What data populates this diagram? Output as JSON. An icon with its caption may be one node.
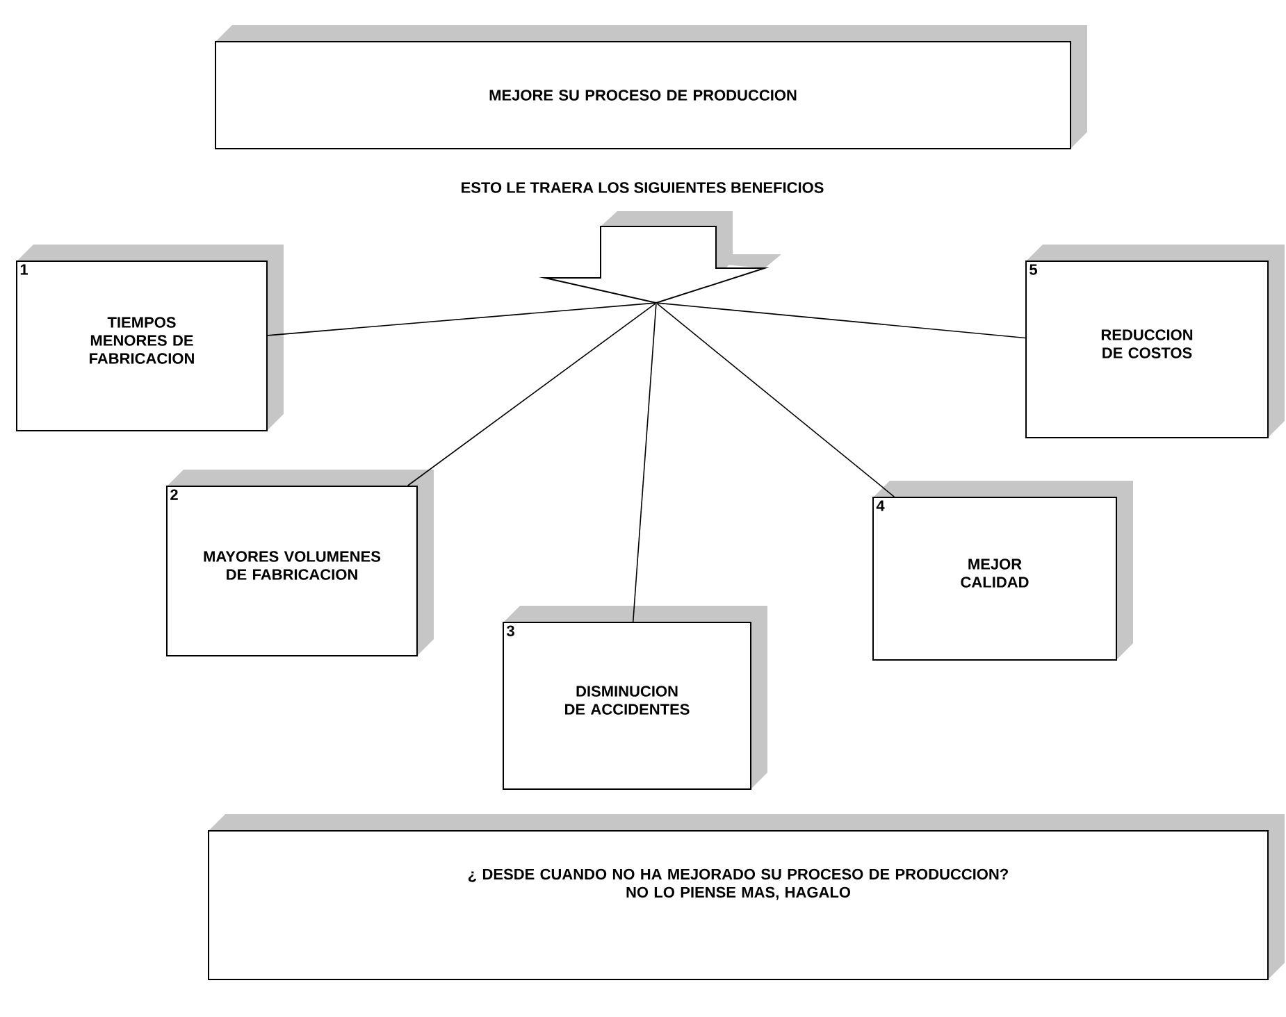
{
  "diagram": {
    "nodes": [
      {
        "text": [
          "MEJORE SU PROCESO DE PRODUCCION"
        ]
      },
      {
        "text": [],
        "shape": "arrow"
      },
      {
        "text": [
          "1",
          "TIEMPOS MENORES DE FABRICACION"
        ]
      },
      {
        "text": [
          "2",
          "MAYORES VOLUMENES DE FABRICACION"
        ]
      },
      {
        "text": [
          "3",
          "DISMINUCION DE ACCIDENTES"
        ]
      },
      {
        "text": [
          "4",
          "MEJOR CALIDAD"
        ]
      },
      {
        "text": [
          "5",
          "REDUCCION DE COSTOS"
        ]
      },
      {
        "text": [
          "¿ DESDE CUANDO NO HA MEJORADO SU PROCESO DE PRODUCCION?",
          "NO LO PIENSE MAS,  HAGALO"
        ]
      }
    ],
    "edges": [
      {
        "from": 1,
        "to": 2,
        "arrow": "none"
      },
      {
        "from": 1,
        "to": 3,
        "arrow": "none"
      },
      {
        "from": 1,
        "to": 4,
        "arrow": "none"
      },
      {
        "from": 1,
        "to": 5,
        "arrow": "none"
      },
      {
        "from": 1,
        "to": 6,
        "arrow": "none"
      }
    ],
    "labels": [
      "ESTO LE TRAERA LOS SIGUIENTES BENEFICIOS"
    ]
  }
}
